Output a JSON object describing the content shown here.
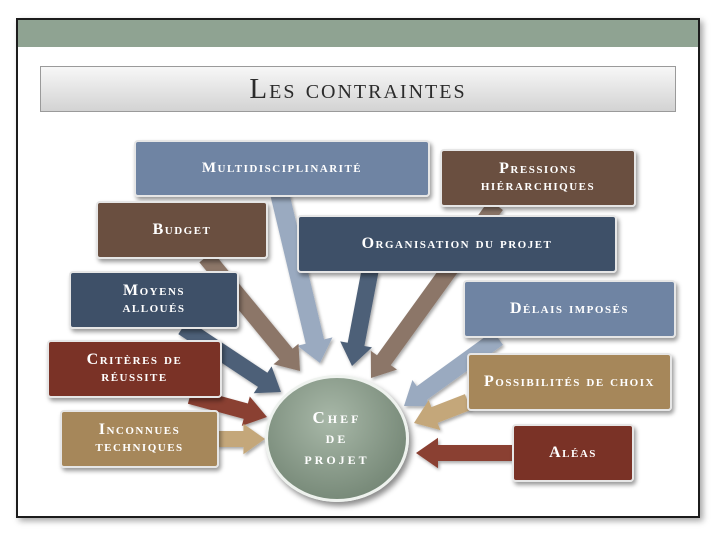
{
  "title": "Les contraintes",
  "center": {
    "label": "Chef\nde\nprojet",
    "color": "#7f917f"
  },
  "constraints": [
    {
      "id": "multidisciplinarite",
      "label": "Multidisciplinarité",
      "color": "#6f84a3"
    },
    {
      "id": "pressions",
      "label": "Pressions hiérarchiques",
      "color": "#6a4f40"
    },
    {
      "id": "budget",
      "label": "Budget",
      "color": "#6a4f40"
    },
    {
      "id": "organisation",
      "label": "Organisation du projet",
      "color": "#3e5068"
    },
    {
      "id": "moyens",
      "label": "Moyens alloués",
      "color": "#3e5068"
    },
    {
      "id": "delais",
      "label": "Délais imposés",
      "color": "#6f84a3"
    },
    {
      "id": "criteres",
      "label": "Critères de réussite",
      "color": "#7a3226"
    },
    {
      "id": "possibilites",
      "label": "Possibilités de choix",
      "color": "#a6875a"
    },
    {
      "id": "inconnues",
      "label": "Inconnues techniques",
      "color": "#a6875a"
    },
    {
      "id": "aleas",
      "label": "Aléas",
      "color": "#7a3226"
    }
  ]
}
